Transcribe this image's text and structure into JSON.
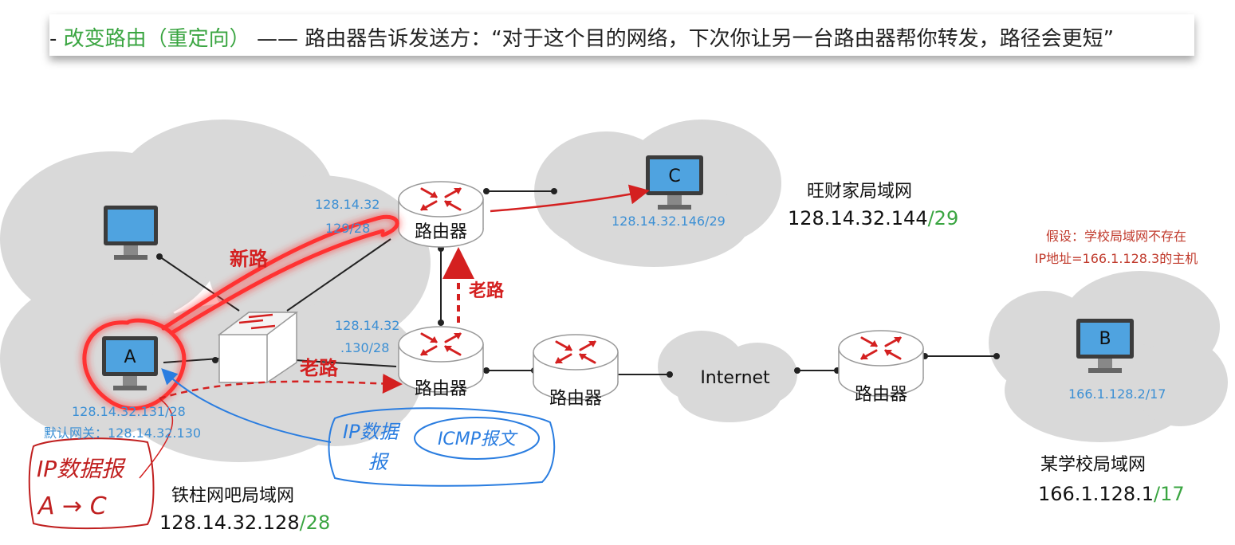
{
  "header": {
    "bullet": "-",
    "term": "改变路由（重定向）",
    "dash": "——",
    "definition": "路由器告诉发送方：“对于这个目的网络，下次你让另一台路由器帮你转发，路径会更短”"
  },
  "networks": {
    "tiezhu": {
      "name": "铁柱网吧局域网",
      "prefix": "128.14.32.128",
      "mask": "/28"
    },
    "wangcai": {
      "name": "旺财家局域网",
      "prefix": "128.14.32.144",
      "mask": "/29"
    },
    "school": {
      "name": "某学校局域网",
      "prefix": "166.1.128.1",
      "mask": "/17"
    }
  },
  "hosts": {
    "a": {
      "label": "A",
      "ip": "128.14.32.131/28",
      "gateway": "默认网关：128.14.32.130"
    },
    "c": {
      "label": "C",
      "ip": "128.14.32.146/29"
    },
    "b": {
      "label": "B",
      "ip": "166.1.128.2/17"
    }
  },
  "routers": {
    "label": "路由器",
    "top_ip_line1": "128.14.32",
    "top_ip_line2": "129/28",
    "mid_ip_line1": "128.14.32",
    "mid_ip_line2": ".130/28"
  },
  "internet": {
    "label": "Internet"
  },
  "assumption": {
    "line1": "假设：学校局域网不存在",
    "line2": "IP地址=166.1.128.3的主机"
  },
  "annotations": {
    "new_path": "新路",
    "old_path_vertical": "老路",
    "old_path_horizontal": "老路",
    "ip_datagram_a_c_line1": "IP数据报",
    "ip_datagram_a_c_line2": "A → C",
    "ip_datagram_blue_line1": "IP数据",
    "ip_datagram_blue_line2": "报",
    "icmp_message": "ICMP报文"
  },
  "colors": {
    "annotation_red": "#d42020",
    "glow_red": "#ff3030",
    "blue_note": "#2a7de0",
    "ip_blue": "#3b8fd4",
    "mask_green": "#3aa541",
    "cloud_gray": "#d9d9d9",
    "assumption_red": "#c0392b"
  }
}
